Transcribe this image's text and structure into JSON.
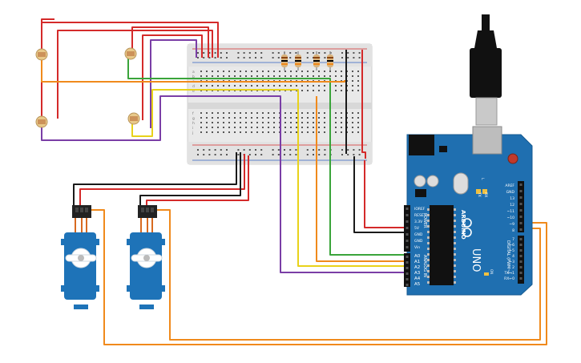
{
  "arduino": {
    "brand_vertical": "ARDUINO",
    "model": "UNO",
    "labels": {
      "power_header": [
        "IOREF",
        "RESET",
        "3.3V",
        "5V",
        "GND",
        "GND",
        "Vin"
      ],
      "analog_header": [
        "A0",
        "A1",
        "A2",
        "A3",
        "A4",
        "A5"
      ],
      "digital_upper": [
        "AREF",
        "GND",
        "13",
        "12",
        "~11",
        "~10",
        "~9",
        "8"
      ],
      "digital_lower": [
        "7",
        "~6",
        "~5",
        "4",
        "~3",
        "2",
        "TX→1",
        "RX←0"
      ],
      "digital_title": "DIGITAL (PWM~)",
      "analog_title": "ANALOG IN",
      "power_title": "POWER",
      "tx": "TX",
      "rx": "RX",
      "l_led": "L",
      "on_led": "ON"
    }
  },
  "breadboard": {
    "row_letters_top": [
      "a",
      "b",
      "c",
      "d",
      "e"
    ],
    "row_letters_bottom": [
      "f",
      "g",
      "h",
      "i",
      "j"
    ],
    "col_numbers": [
      "1",
      "5",
      "10",
      "15",
      "20",
      "25",
      "30"
    ]
  },
  "colors": {
    "red_wire": "#d42a2a",
    "black_wire": "#1a1a1a",
    "green_wire": "#3aa43a",
    "orange_wire": "#f08a1c",
    "yellow_wire": "#e8d21a",
    "purple_wire": "#7a3ea6",
    "arduino_board": "#1f6fb0",
    "servo_body": "#1e73b8"
  }
}
